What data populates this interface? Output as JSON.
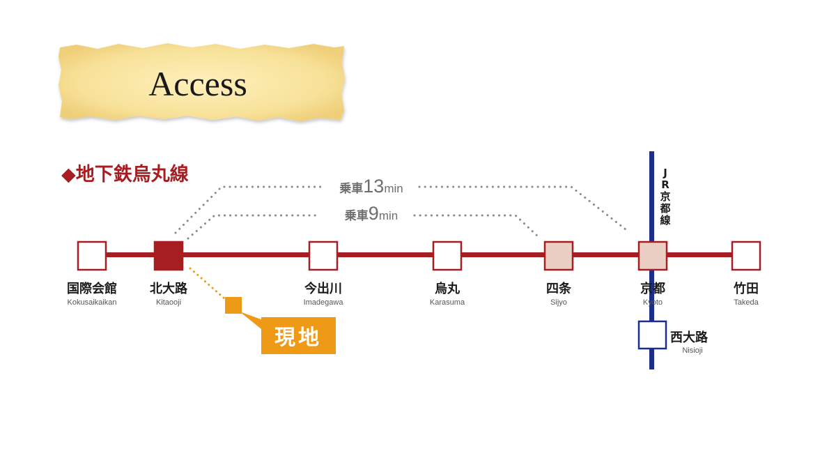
{
  "title": "Access",
  "line_name": "地下鉄烏丸線",
  "line_marker": "◆",
  "colors": {
    "subway": "#a61e22",
    "jr": "#1b2f8a",
    "site": "#ee9a16",
    "highlight_fill": "#ebcfc4",
    "dots": "#8a8a8a",
    "paper": "#fae8a3"
  },
  "ride_labels": {
    "long": {
      "prefix": "乗車",
      "num": "13",
      "unit": "min"
    },
    "short": {
      "prefix": "乗車",
      "num": "9",
      "unit": "min"
    }
  },
  "jr_line_label": "JR京都線",
  "current_site_label": "現地",
  "stations": [
    {
      "id": "kokusaikaikan",
      "name": "国際会館",
      "romaji": "Kokusaikaikan"
    },
    {
      "id": "kitaooji",
      "name": "北大路",
      "romaji": "Kitaooji"
    },
    {
      "id": "imadegawa",
      "name": "今出川",
      "romaji": "Imadegawa"
    },
    {
      "id": "karasuma",
      "name": "烏丸",
      "romaji": "Karasuma"
    },
    {
      "id": "sijyo",
      "name": "四条",
      "romaji": "Sijyo"
    },
    {
      "id": "kyoto",
      "name": "京都",
      "romaji": "Kyoto"
    },
    {
      "id": "takeda",
      "name": "竹田",
      "romaji": "Takeda"
    }
  ],
  "jr_station": {
    "id": "nisioji",
    "name": "西大路",
    "romaji": "Nisioji"
  }
}
